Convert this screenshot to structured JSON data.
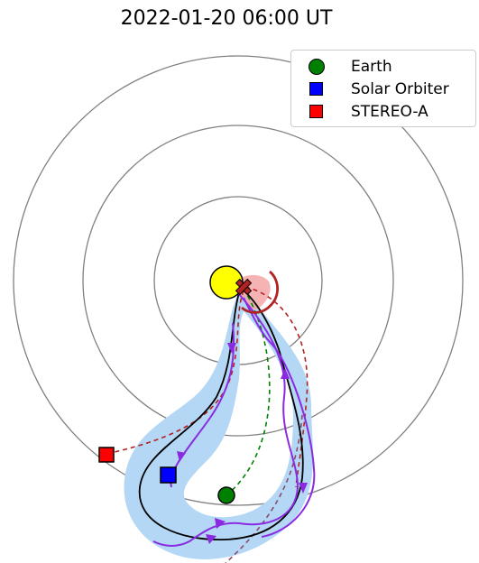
{
  "title": "2022-01-20 06:00 UT",
  "legend": {
    "items": [
      {
        "label": "Earth",
        "marker": "circle",
        "color": "#008000"
      },
      {
        "label": "Solar Orbiter",
        "marker": "square",
        "color": "#0000ff"
      },
      {
        "label": "STEREO-A",
        "marker": "square",
        "color": "#ff0000"
      }
    ]
  },
  "colors": {
    "sun": "#ffff00",
    "flare": "#b22222",
    "field_line_black": "#000000",
    "field_line_purple": "#8a2be2",
    "cme_region": "#b3d7f5",
    "flare_glow": "#f4a6a6",
    "earth_connection": "#008000",
    "stereo_connection": "#b22222",
    "orbit": "#808080"
  }
}
